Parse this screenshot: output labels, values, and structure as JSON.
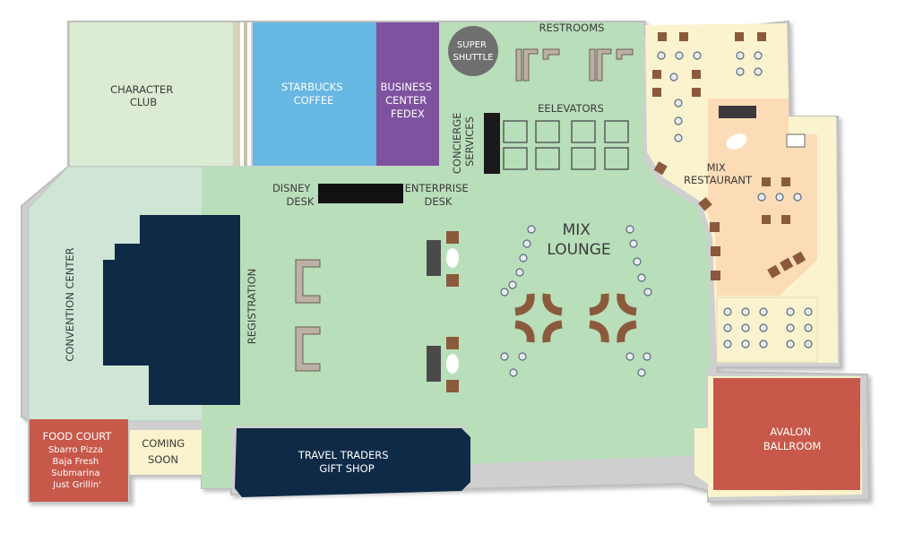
{
  "labels": {
    "character_club": [
      "CHARACTER",
      "CLUB"
    ],
    "starbucks": [
      "STARBUCKS",
      "COFFEE"
    ],
    "business_center": [
      "BUSINESS",
      "CENTER",
      "FEDEX"
    ],
    "super_shuttle": [
      "SUPER",
      "SHUTTLE"
    ],
    "restrooms": "RESTROOMS",
    "elevators": "EELEVATORS",
    "concierge": [
      "CONCIERGE",
      "SERVICES"
    ],
    "disney_desk": [
      "DISNEY",
      "DESK"
    ],
    "enterprise_desk": [
      "ENTERPRISE",
      "DESK"
    ],
    "mix_lounge": [
      "MIX",
      "LOUNGE"
    ],
    "mix_restaurant": [
      "MIX",
      "RESTAURANT"
    ],
    "registration": "REGISTRATION",
    "convention_center": "CONVENTION CENTER",
    "food_court": "FOOD COURT",
    "food_court_items": [
      "Sbarro Pizza",
      "Baja Fresh",
      "Submarina",
      "Just Grillin'"
    ],
    "coming_soon": [
      "COMING",
      "SOON"
    ],
    "travel_traders": [
      "TRAVEL TRADERS",
      "GIFT SHOP"
    ],
    "avalon_ballroom": [
      "AVALON",
      "BALLROOM"
    ]
  },
  "colors": {
    "lounge_green": "#b9deba",
    "light_green": "#dcebd3",
    "convention": "#cfe6d6",
    "starbucks_blue": "#67b7e3",
    "business_purple": "#7f52a0",
    "navy": "#0f2a46",
    "food_red": "#c8584a",
    "restaurant_peach": "#fbdcb6",
    "cream": "#fbf3cd",
    "shuttle_gray": "#6f6f6f"
  }
}
